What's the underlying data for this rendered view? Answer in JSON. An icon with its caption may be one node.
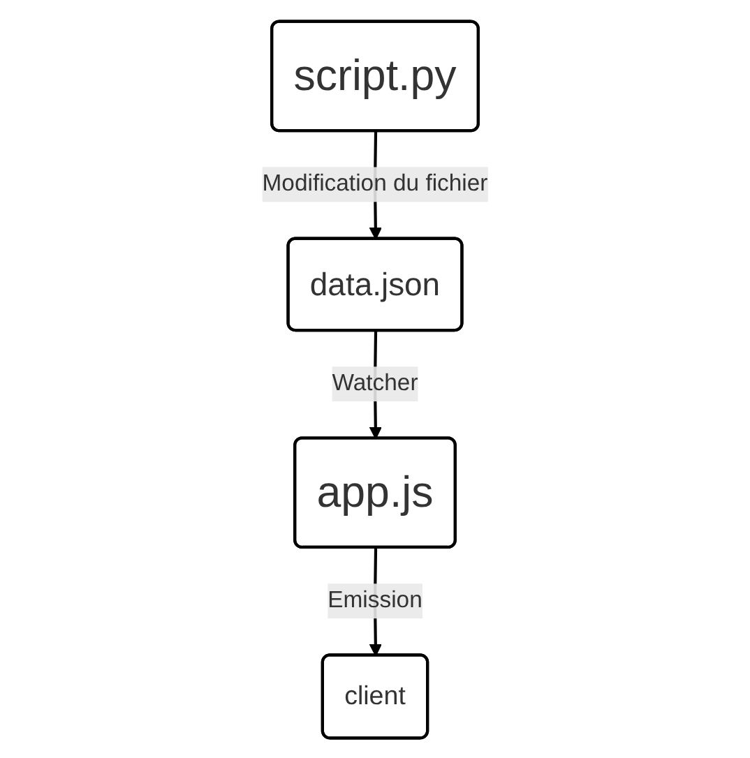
{
  "diagram": {
    "nodes": [
      {
        "text": [
          "script.py"
        ]
      },
      {
        "text": [
          "data.json"
        ]
      },
      {
        "text": [
          "app.js"
        ]
      },
      {
        "text": [
          "client"
        ]
      }
    ],
    "edges": [
      {
        "from": 0,
        "to": 1,
        "arrow": "to",
        "label": "Modification du fichier"
      },
      {
        "from": 1,
        "to": 2,
        "arrow": "to",
        "label": "Watcher"
      },
      {
        "from": 2,
        "to": 3,
        "arrow": "to",
        "label": "Emission"
      }
    ]
  }
}
